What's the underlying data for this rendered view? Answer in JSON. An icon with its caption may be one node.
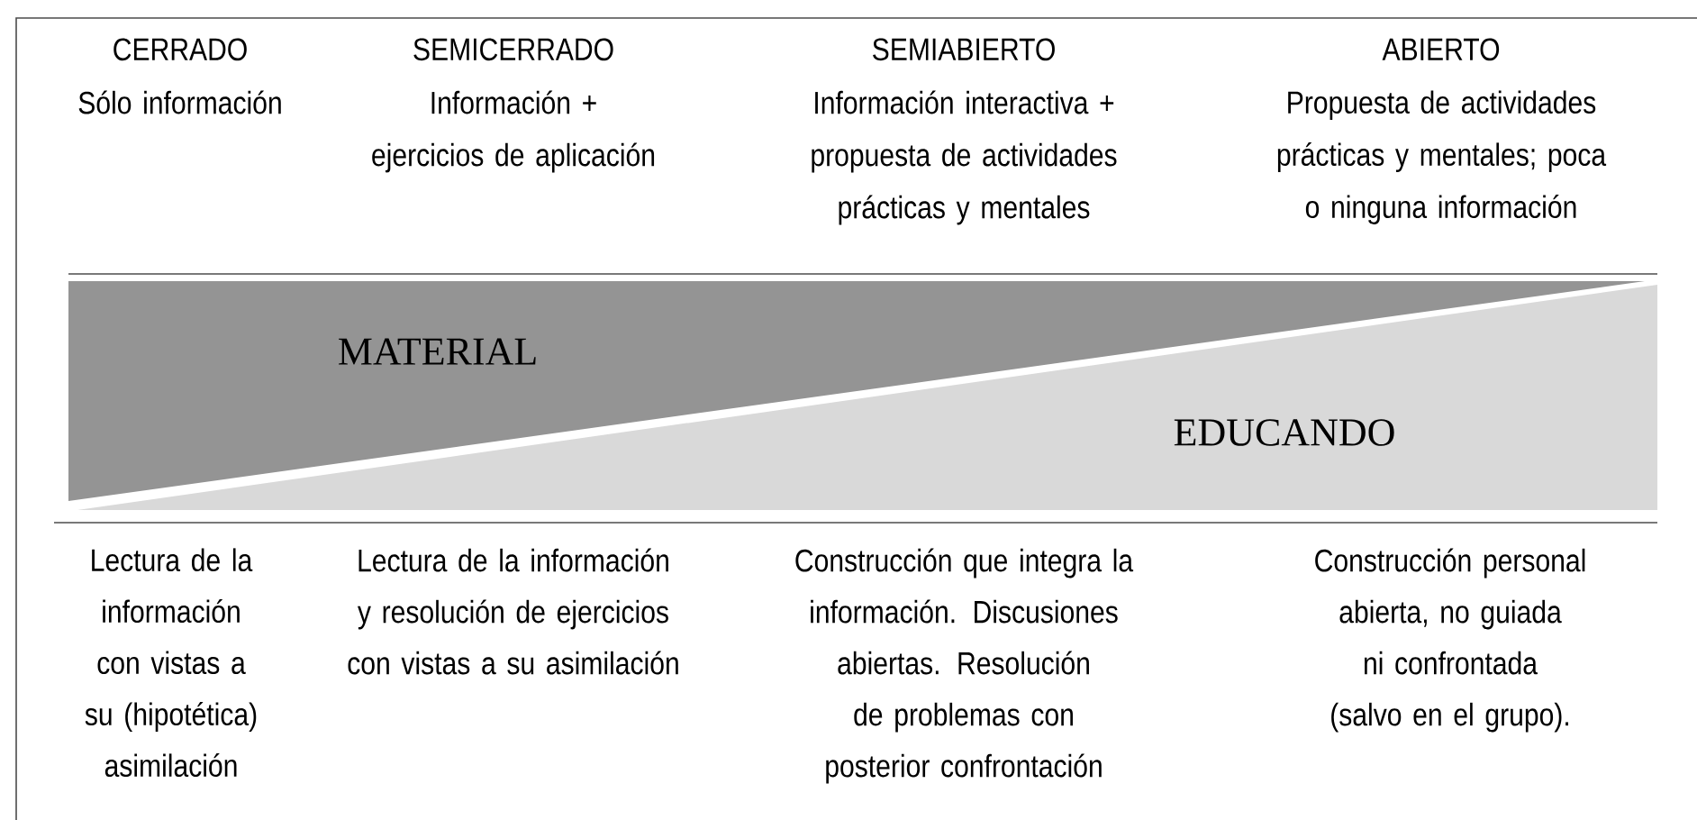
{
  "diagram": {
    "nodes": [
      {
        "text": [
          "MATERIAL"
        ]
      },
      {
        "text": [
          "EDUCANDO"
        ]
      }
    ],
    "labels": [
      "CERRADO",
      "Sólo información",
      "SEMICERRADO",
      "Información + ejercicios de aplicación",
      "SEMIABIERTO",
      "Información interactiva + propuesta de actividades prácticas y mentales",
      "ABIERTO",
      "Propuesta de actividades prácticas y mentales; poca o ninguna información",
      "Lectura de la información con vistas a su (hipotética) asimilación",
      "Lectura de la información y resolución de ejercicios con vistas a su asimilación",
      "Construcción que integra la información. Discusiones abiertas. Resolución de problemas con posterior confrontación",
      "Construcción personal abierta, no guiada ni confrontada (salvo en el grupo)."
    ]
  }
}
